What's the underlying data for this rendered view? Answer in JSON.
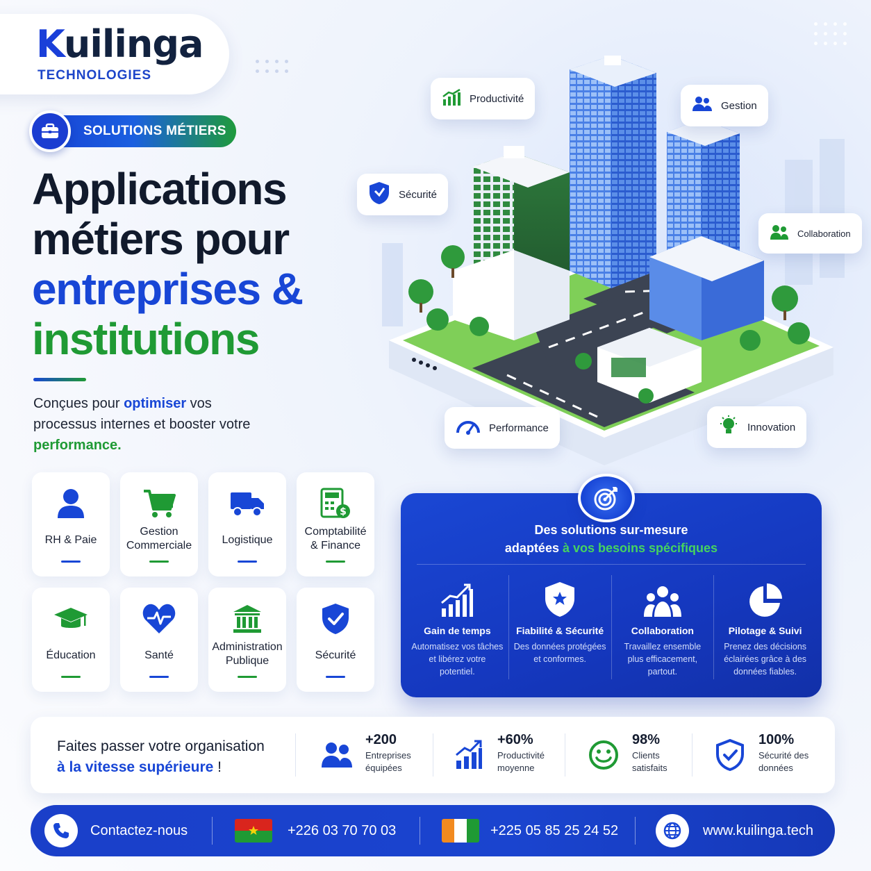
{
  "brand": {
    "name_k": "K",
    "name_rest": "uilinga",
    "subtitle": "TECHNOLOGIES"
  },
  "tag": {
    "label": "SOLUTIONS MÉTIERS",
    "icon": "briefcase-icon"
  },
  "headline": {
    "line1": "Applications",
    "line2": "métiers pour",
    "line3": "entreprises &",
    "line4": "institutions"
  },
  "description": {
    "part1": "Conçues pour ",
    "highlight1": "optimiser",
    "part2": " vos processus internes et booster votre ",
    "highlight2": "performance."
  },
  "tiles": [
    {
      "label": "RH & Paie",
      "icon": "user-icon",
      "bar_color": "#1846d6"
    },
    {
      "label": "Gestion Commerciale",
      "icon": "cart-icon",
      "bar_color": "#1f9a34"
    },
    {
      "label": "Logistique",
      "icon": "truck-icon",
      "bar_color": "#1846d6"
    },
    {
      "label": "Comptabilité & Finance",
      "icon": "calculator-icon",
      "bar_color": "#1f9a34"
    },
    {
      "label": "Éducation",
      "icon": "graduation-cap-icon",
      "bar_color": "#1f9a34"
    },
    {
      "label": "Santé",
      "icon": "heart-pulse-icon",
      "bar_color": "#1846d6"
    },
    {
      "label": "Administration Publique",
      "icon": "institution-icon",
      "bar_color": "#1f9a34"
    },
    {
      "label": "Sécurité",
      "icon": "shield-check-icon",
      "bar_color": "#1846d6"
    }
  ],
  "floating_labels": {
    "productivite": "Productivité",
    "gestion": "Gestion",
    "securite": "Sécurité",
    "collaboration": "Collaboration",
    "performance": "Performance",
    "innovation": "Innovation"
  },
  "panel": {
    "title_line1": "Des solutions sur-mesure",
    "title_line2_a": "adaptées ",
    "title_line2_b": "à vos besoins spécifiques",
    "columns": [
      {
        "title": "Gain de temps",
        "desc": "Automatisez vos tâches et libérez votre potentiel.",
        "icon": "growth-chart-icon"
      },
      {
        "title": "Fiabilité & Sécurité",
        "desc": "Des données protégées et conformes.",
        "icon": "shield-star-icon"
      },
      {
        "title": "Collaboration",
        "desc": "Travaillez ensemble plus efficacement, partout.",
        "icon": "team-icon"
      },
      {
        "title": "Pilotage & Suivi",
        "desc": "Prenez des décisions éclairées grâce à des données fiables.",
        "icon": "pie-chart-icon"
      }
    ]
  },
  "stats": {
    "tagline_a": "Faites passer votre organisation",
    "tagline_b": "à la vitesse supérieure",
    "tagline_c": " !",
    "items": [
      {
        "value": "+200",
        "label": "Entreprises équipées",
        "icon": "users-icon"
      },
      {
        "value": "+60%",
        "label": "Productivité moyenne",
        "icon": "growth-chart-icon"
      },
      {
        "value": "98%",
        "label": "Clients satisfaits",
        "icon": "smiley-icon"
      },
      {
        "value": "100%",
        "label": "Sécurité des données",
        "icon": "shield-check-icon"
      }
    ]
  },
  "contact": {
    "label": "Contactez-nous",
    "phone_bf": "+226 03 70 70 03",
    "phone_ci": "+225 05 85 25 24 52",
    "website": "www.kuilinga.tech"
  },
  "colors": {
    "blue": "#1846d6",
    "green": "#1f9a34",
    "dark": "#111a2c"
  }
}
